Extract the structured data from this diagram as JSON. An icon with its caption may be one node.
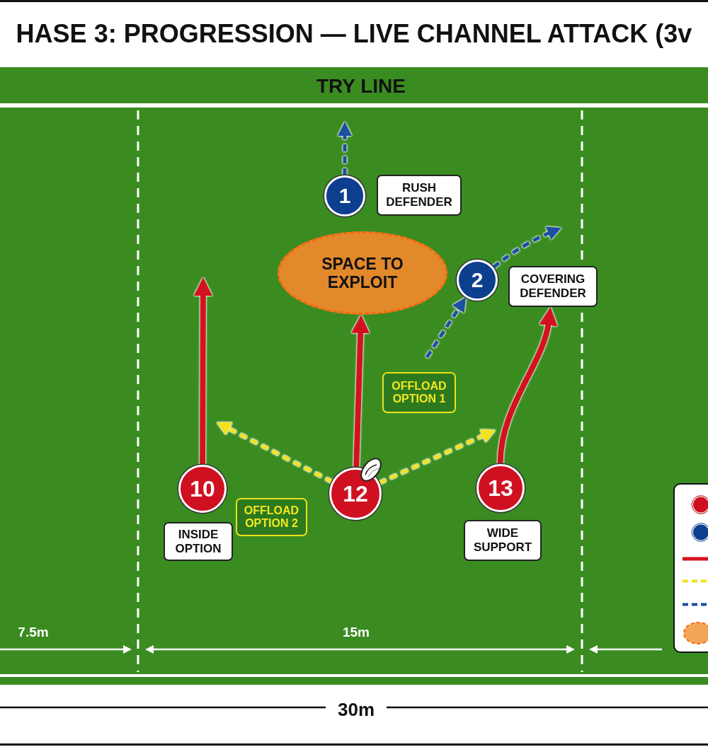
{
  "diagram": {
    "title": "HASE 3: PROGRESSION — LIVE CHANNEL ATTACK (3v",
    "nodes": [
      {
        "text": [
          "1"
        ]
      },
      {
        "text": [
          "RUSH DEFENDER"
        ]
      },
      {
        "text": [
          "SPACE TO EXPLOIT"
        ]
      },
      {
        "text": [
          "2"
        ]
      },
      {
        "text": [
          "COVERING DEFENDER"
        ]
      },
      {
        "text": [
          "OFFLOAD OPTION 1"
        ]
      },
      {
        "text": [
          "10"
        ]
      },
      {
        "text": [
          "12"
        ]
      },
      {
        "text": [
          "13"
        ]
      },
      {
        "text": [
          "OFFLOAD OPTION 2"
        ]
      },
      {
        "text": [
          "INSIDE OPTION"
        ]
      },
      {
        "text": [
          "WIDE SUPPORT"
        ]
      }
    ],
    "edges": [
      {
        "from": 0,
        "to": null,
        "arrow": "to",
        "style": "dashed",
        "color": "#1d4fa3"
      },
      {
        "from": null,
        "to": 3,
        "arrow": "to",
        "style": "dashed",
        "color": "#1d4fa3"
      },
      {
        "from": 3,
        "to": null,
        "arrow": "to",
        "style": "dashed",
        "color": "#1d4fa3"
      },
      {
        "from": 6,
        "to": null,
        "arrow": "to",
        "color": "#d3121f"
      },
      {
        "from": 7,
        "to": 2,
        "arrow": "to",
        "color": "#d3121f"
      },
      {
        "from": 8,
        "to": 4,
        "arrow": "to",
        "color": "#d3121f"
      },
      {
        "from": 7,
        "to": null,
        "arrow": "to",
        "style": "dashed",
        "color": "#f2e21d"
      },
      {
        "from": 7,
        "to": null,
        "arrow": "to",
        "style": "dashed",
        "color": "#f2e21d"
      }
    ],
    "labels": [
      "TRY LINE",
      "7.5m",
      "15m",
      "30m"
    ]
  }
}
